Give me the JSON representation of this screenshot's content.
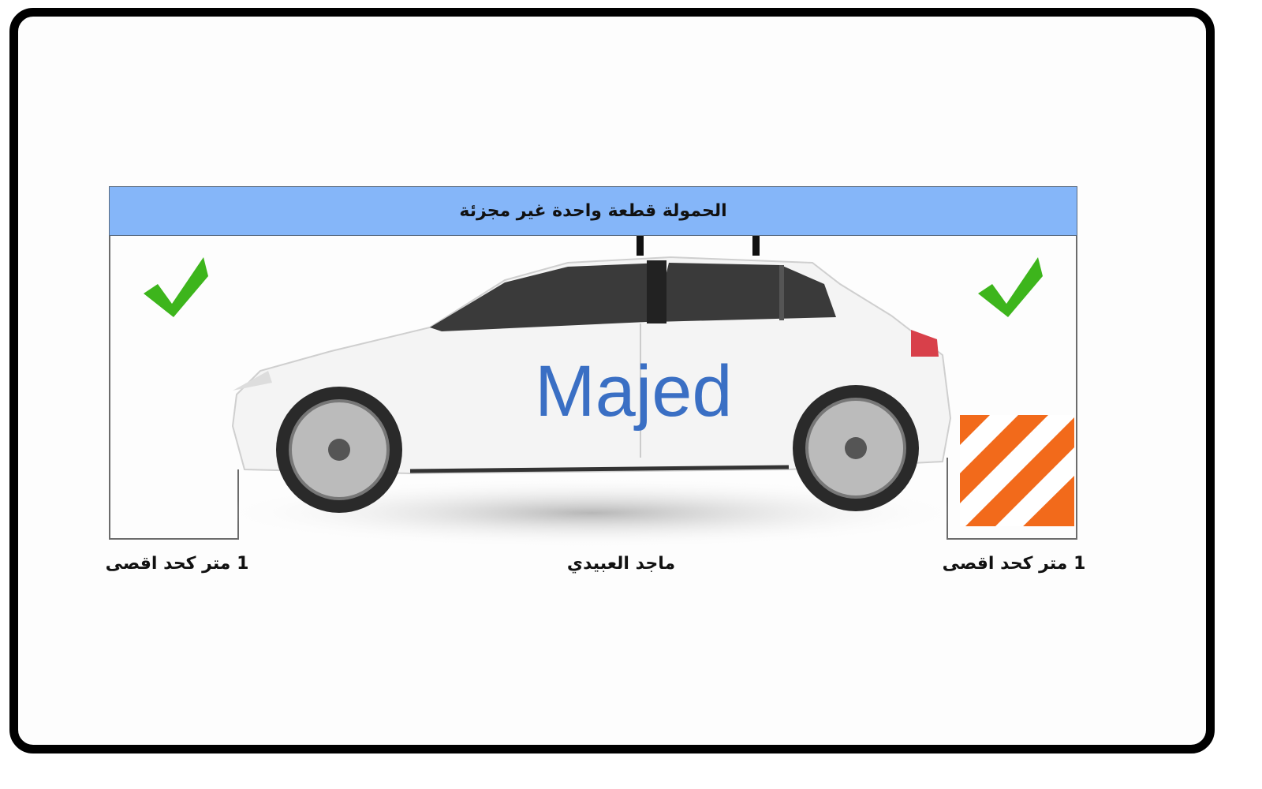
{
  "banner": {
    "text": "الحمولة قطعة واحدة غير مجزئة"
  },
  "car": {
    "brand_text": "Majed"
  },
  "labels": {
    "left": "1  متر كحد اقصى",
    "center": "ماجد العبيدي",
    "right": "1  متر كحد اقصى"
  },
  "colors": {
    "banner": "#85b6f9",
    "check": "#3db51c",
    "hazard": "#f26a1b",
    "brand": "#3a6fc4"
  }
}
